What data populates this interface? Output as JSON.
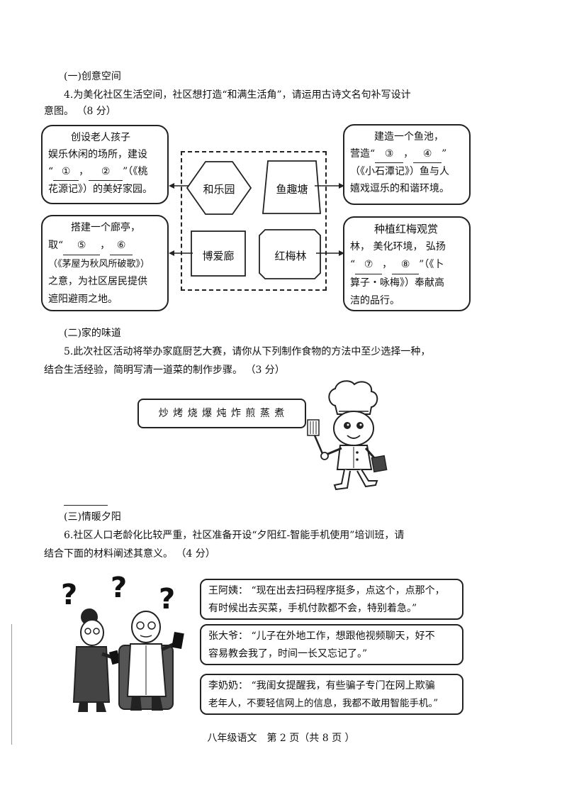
{
  "section1": {
    "heading": "(一)创意空间",
    "q4_line1": "4.为美化社区生活空间，社区想打造“和满生活角”，请运用古诗文名句补写设计",
    "q4_line2": "意图。 （8 分）"
  },
  "diagram": {
    "shapes": {
      "hexagon": "和乐园",
      "trapezoid": "鱼趣塘",
      "rectangle": "博爱廊",
      "octagon": "红梅林"
    },
    "bubble_tl": {
      "line1": "创设老人孩子",
      "line2": "娱乐休闲的场所，建设",
      "line3_pre": "“",
      "blank1": "①",
      "line3_mid": "，",
      "blank2": "②",
      "line3_post": "”（《桃",
      "line4": "花源记》）的美好家园。"
    },
    "bubble_tr": {
      "line1": "建造一个鱼池，",
      "line2_pre": "营造“",
      "blank3": "③",
      "line2_mid": "，",
      "blank4": "④",
      "line2_post": "”",
      "line3": "（《小石潭记》）鱼与人",
      "line4": "嬉戏逗乐的和谐环境。"
    },
    "bubble_bl": {
      "line1": "搭建一个廊亭，",
      "line2_pre": "取“",
      "blank5": "⑤",
      "line2_mid": "，",
      "blank6": "⑥",
      "line3": "（《茅屋为秋风所破歌》）",
      "line4": "之意，为社区居民提供",
      "line5": "遮阳避雨之地。"
    },
    "bubble_br": {
      "line1": "种植红梅观赏",
      "line2": "林， 美化环境， 弘扬",
      "line3_pre": "“",
      "blank7": "⑦",
      "line3_mid": "，",
      "blank8": "⑧",
      "line3_post": "”（《卜",
      "line4": "算子・咏梅》）奉献高",
      "line5": "洁的品行。"
    }
  },
  "section2": {
    "heading": "(二)家的味道",
    "q5_line1": "5.此次社区活动将举办家庭厨艺大赛，请你从下列制作食物的方法中至少选择一种，",
    "q5_line2": "结合生活经验，简明写清一道菜的制作步骤。 （3 分）",
    "methods": "炒 烤 烧 爆 炖 炸 煎 蒸 煮"
  },
  "section3": {
    "heading": "(三)情暖夕阳",
    "q6_line1": "6.社区人口老龄化比较严重，社区准备开设“夕阳红-智能手机使用”培训班，请",
    "q6_line2": "结合下面的材料阐述其意义。 （4 分）",
    "material1_line1": "王阿姨： “现在出去扫码程序挺多，点这个，点那个，",
    "material1_line2": "有时候出去买菜，手机付款都不会，特别着急。”",
    "material2_line1": "张大爷： “儿子在外地工作，想跟他视频聊天，好不",
    "material2_line2": "容易教会我了，时间一长又忘记了。”",
    "material3_line1": "李奶奶： “我闺女提醒我，有些骗子专门在网上欺骗",
    "material3_line2": "老年人，不要轻信网上的信息，我都不敢用智能手机。”"
  },
  "footer": "八年级语文　第 2 页（共 8 页 ）"
}
